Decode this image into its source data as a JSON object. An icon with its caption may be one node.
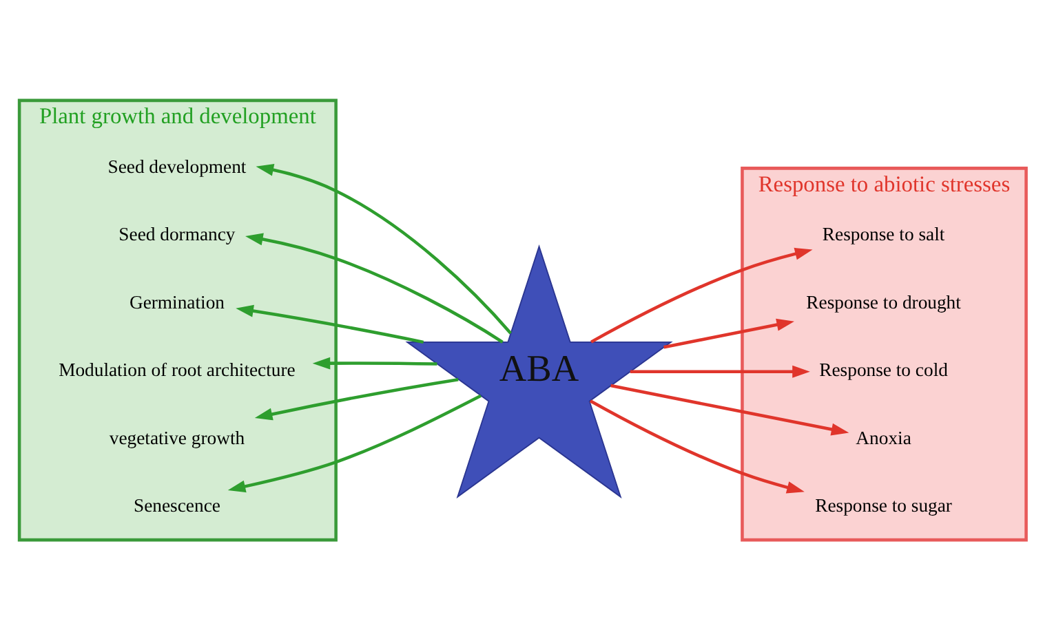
{
  "diagram": {
    "nodes": [
      {
        "text": [
          "Plant growth and development"
        ]
      },
      {
        "text": [
          "Seed development"
        ],
        "in": 0
      },
      {
        "text": [
          "Seed dormancy"
        ],
        "in": 0
      },
      {
        "text": [
          "Germination"
        ],
        "in": 0
      },
      {
        "text": [
          "Modulation of root architecture"
        ],
        "in": 0
      },
      {
        "text": [
          "vegetative growth"
        ],
        "in": 0
      },
      {
        "text": [
          "Senescence"
        ],
        "in": 0
      },
      {
        "text": [
          "ABA"
        ]
      },
      {
        "text": [
          "Response to abiotic stresses"
        ]
      },
      {
        "text": [
          "Response to salt"
        ],
        "in": 8
      },
      {
        "text": [
          "Response to drought"
        ],
        "in": 8
      },
      {
        "text": [
          "Response to cold"
        ],
        "in": 8
      },
      {
        "text": [
          "Anoxia"
        ],
        "in": 8
      },
      {
        "text": [
          "Response to sugar"
        ],
        "in": 8
      }
    ],
    "edges": [
      {
        "from": 7,
        "to": 1,
        "arrow": "to"
      },
      {
        "from": 7,
        "to": 2,
        "arrow": "to"
      },
      {
        "from": 7,
        "to": 3,
        "arrow": "to"
      },
      {
        "from": 7,
        "to": 4,
        "arrow": "to"
      },
      {
        "from": 7,
        "to": 5,
        "arrow": "to"
      },
      {
        "from": 7,
        "to": 6,
        "arrow": "to"
      },
      {
        "from": 7,
        "to": 9,
        "arrow": "to",
        "color": "#e0352b"
      },
      {
        "from": 7,
        "to": 10,
        "arrow": "to",
        "color": "#e0352b"
      },
      {
        "from": 7,
        "to": 11,
        "arrow": "to",
        "color": "#e0352b"
      },
      {
        "from": 7,
        "to": 12,
        "arrow": "to",
        "color": "#e0352b"
      },
      {
        "from": 7,
        "to": 13,
        "arrow": "to",
        "color": "#e0352b"
      }
    ]
  }
}
